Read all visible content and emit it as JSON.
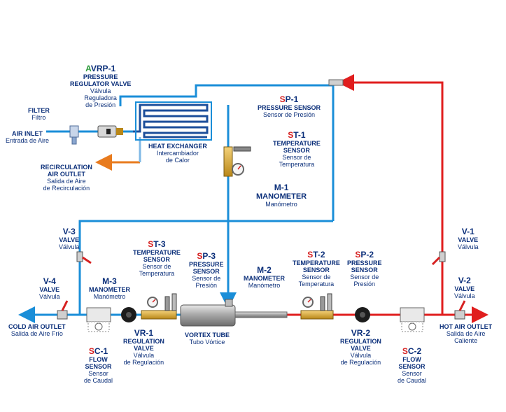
{
  "components": {
    "avrp1": {
      "code_first": "A",
      "code_rest": "VRP-1",
      "name_en_1": "PRESSURE",
      "name_en_2": "REGULATOR VALVE",
      "name_es_1": "Válvula",
      "name_es_2": "Reguladora",
      "name_es_3": "de Presión"
    },
    "filter": {
      "name_en": "FILTER",
      "name_es": "Filtro"
    },
    "air_inlet": {
      "name_en": "AIR INLET",
      "name_es": "Entrada de Aire"
    },
    "heat_exchanger": {
      "name_en": "HEAT EXCHANGER",
      "name_es_1": "Intercambiador",
      "name_es_2": "de Calor"
    },
    "recirc_outlet": {
      "name_en_1": "RECIRCULATION",
      "name_en_2": "AIR OUTLET",
      "name_es_1": "Salida de Aire",
      "name_es_2": "de Recirculación"
    },
    "sp1": {
      "code_first": "S",
      "code_rest": "P-1",
      "name_en": "PRESSURE SENSOR",
      "name_es": "Sensor de Presión"
    },
    "st1": {
      "code_first": "S",
      "code_rest": "T-1",
      "name_en_1": "TEMPERATURE",
      "name_en_2": "SENSOR",
      "name_es_1": "Sensor de",
      "name_es_2": "Temperatura"
    },
    "m1": {
      "code": "M-1",
      "name_en": "MANOMETER",
      "name_es": "Manómetro"
    },
    "v3": {
      "code": "V-3",
      "name_en": "VALVE",
      "name_es": "Válvula"
    },
    "v4": {
      "code": "V-4",
      "name_en": "VALVE",
      "name_es": "Válvula"
    },
    "v1": {
      "code": "V-1",
      "name_en": "VALVE",
      "name_es": "Válvula"
    },
    "v2": {
      "code": "V-2",
      "name_en": "VALVE",
      "name_es": "Válvula"
    },
    "st3": {
      "code_first": "S",
      "code_rest": "T-3",
      "name_en_1": "TEMPERATURE",
      "name_en_2": "SENSOR",
      "name_es_1": "Sensor de",
      "name_es_2": "Temperatura"
    },
    "sp3": {
      "code_first": "S",
      "code_rest": "P-3",
      "name_en_1": "PRESSURE",
      "name_en_2": "SENSOR",
      "name_es_1": "Sensor de",
      "name_es_2": "Presión"
    },
    "m3": {
      "code": "M-3",
      "name_en": "MANOMETER",
      "name_es": "Manómetro"
    },
    "m2": {
      "code": "M-2",
      "name_en": "MANOMETER",
      "name_es": "Manómetro"
    },
    "st2": {
      "code_first": "S",
      "code_rest": "T-2",
      "name_en_1": "TEMPERATURE",
      "name_en_2": "SENSOR",
      "name_es_1": "Sensor de",
      "name_es_2": "Temperatura"
    },
    "sp2": {
      "code_first": "S",
      "code_rest": "P-2",
      "name_en_1": "PRESSURE",
      "name_en_2": "SENSOR",
      "name_es_1": "Sensor de",
      "name_es_2": "Presión"
    },
    "cold_outlet": {
      "name_en": "COLD AIR OUTLET",
      "name_es": "Salida de Aire Frío"
    },
    "hot_outlet": {
      "name_en": "HOT AIR OUTLET",
      "name_es_1": "Salida de Aire",
      "name_es_2": "Caliente"
    },
    "sc1": {
      "code_first": "S",
      "code_rest": "C-1",
      "name_en_1": "FLOW",
      "name_en_2": "SENSOR",
      "name_es_1": "Sensor",
      "name_es_2": "de Caudal"
    },
    "vr1": {
      "code": "VR-1",
      "name_en_1": "REGULATION",
      "name_en_2": "VALVE",
      "name_es_1": "Válvula",
      "name_es_2": "de Regulación"
    },
    "vortex": {
      "name_en": "VORTEX TUBE",
      "name_es": "Tubo Vórtice"
    },
    "vr2": {
      "code": "VR-2",
      "name_en_1": "REGULATION",
      "name_en_2": "VALVE",
      "name_es_1": "Válvula",
      "name_es_2": "de Regulación"
    },
    "sc2": {
      "code_first": "S",
      "code_rest": "C-2",
      "name_en_1": "FLOW",
      "name_en_2": "SENSOR",
      "name_es_1": "Sensor",
      "name_es_2": "de Caudal"
    }
  },
  "colors": {
    "cold_line": "#1a8ed8",
    "hot_line": "#e01e1e",
    "recirc_line": "#e87b1e",
    "label_text": "#0b2f7a",
    "code_accent": "#d62020",
    "code_accent_green": "#2c9a3a"
  }
}
